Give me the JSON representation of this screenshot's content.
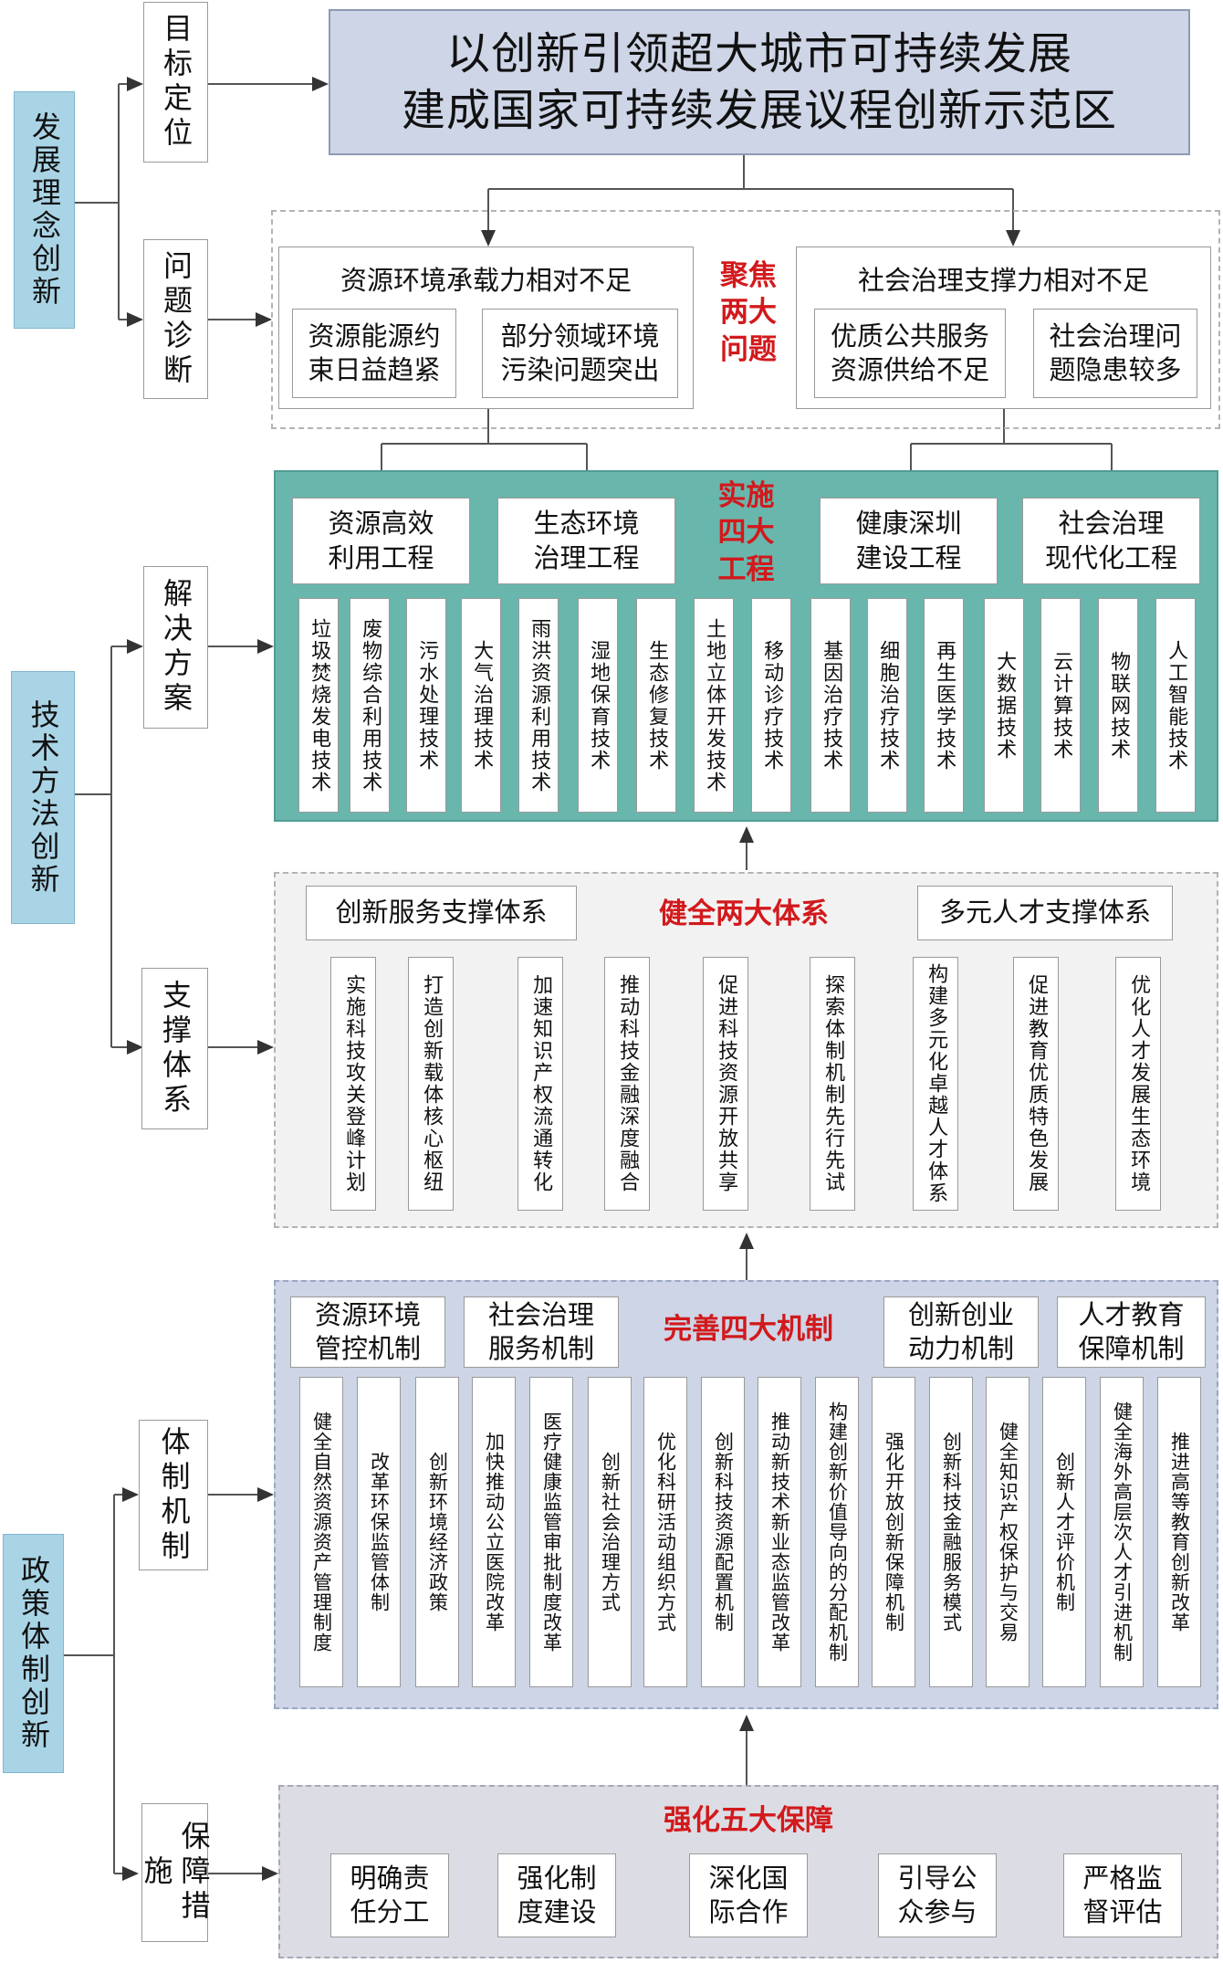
{
  "categories": {
    "development": "发展理念创新",
    "technique": "技术方法创新",
    "policy": "政策体制创新"
  },
  "stages": {
    "target": "目标定位",
    "diagnosis": "问题诊断",
    "solution": "解决方案",
    "support": "支撑体系",
    "mechanism": "体制机制",
    "safeguard": "保障措施"
  },
  "goal": {
    "line1": "以创新引领超大城市可持续发展",
    "line2": "建成国家可持续发展议程创新示范区"
  },
  "problems": {
    "title": "聚焦\n两大\n问题",
    "left": {
      "title": "资源环境承载力相对不足",
      "items": [
        "资源能源约\n束日益趋紧",
        "部分领域环境\n污染问题突出"
      ]
    },
    "right": {
      "title": "社会治理支撑力相对不足",
      "items": [
        "优质公共服务\n资源供给不足",
        "社会治理问\n题隐患较多"
      ]
    }
  },
  "projects": {
    "title": "实施\n四大\n工程",
    "groups": [
      "资源高效\n利用工程",
      "生态环境\n治理工程",
      "健康深圳\n建设工程",
      "社会治理\n现代化工程"
    ],
    "techs": [
      "垃圾焚烧发电技术",
      "废物综合利用技术",
      "污水处理技术",
      "大气治理技术",
      "雨洪资源利用技术",
      "湿地保育技术",
      "生态修复技术",
      "土地立体开发技术",
      "移动诊疗技术",
      "基因治疗技术",
      "细胞治疗技术",
      "再生医学技术",
      "大数据技术",
      "云计算技术",
      "物联网技术",
      "人工智能技术"
    ]
  },
  "systems": {
    "title": "健全两大体系",
    "left": "创新服务支撑体系",
    "right": "多元人才支撑体系",
    "items": [
      "实施科技攻关登峰计划",
      "打造创新载体核心枢纽",
      "加速知识产权流通转化",
      "推动科技金融深度融合",
      "促进科技资源开放共享",
      "探索体制机制先行先试",
      "构建多元化卓越人才体系",
      "促进教育优质特色发展",
      "优化人才发展生态环境"
    ]
  },
  "mechanisms": {
    "title": "完善四大机制",
    "groups": [
      "资源环境\n管控机制",
      "社会治理\n服务机制",
      "创新创业\n动力机制",
      "人才教育\n保障机制"
    ],
    "items": [
      "健全自然资源资产管理制度",
      "改革环保监管体制",
      "创新环境经济政策",
      "加快推动公立医院改革",
      "医疗健康监管审批制度改革",
      "创新社会治理方式",
      "优化科研活动组织方式",
      "创新科技资源配置机制",
      "推动新技术新业态监管改革",
      "构建创新价值导向的分配机制",
      "强化开放创新保障机制",
      "创新科技金融服务模式",
      "健全知识产权保护与交易",
      "创新人才评价机制",
      "健全海外高层次人才引进机制",
      "推进高等教育创新改革"
    ]
  },
  "safeguards": {
    "title": "强化五大保障",
    "items": [
      "明确责\n任分工",
      "强化制\n度建设",
      "深化国\n际合作",
      "引导公\n众参与",
      "严格监\n督评估"
    ]
  },
  "colors": {
    "accent_red": "#d2191c",
    "category_blue": "#a9d4e6",
    "goal_blue": "#cdd5e6",
    "teal": "#69b6ac",
    "lavender": "#cdd5e6"
  }
}
